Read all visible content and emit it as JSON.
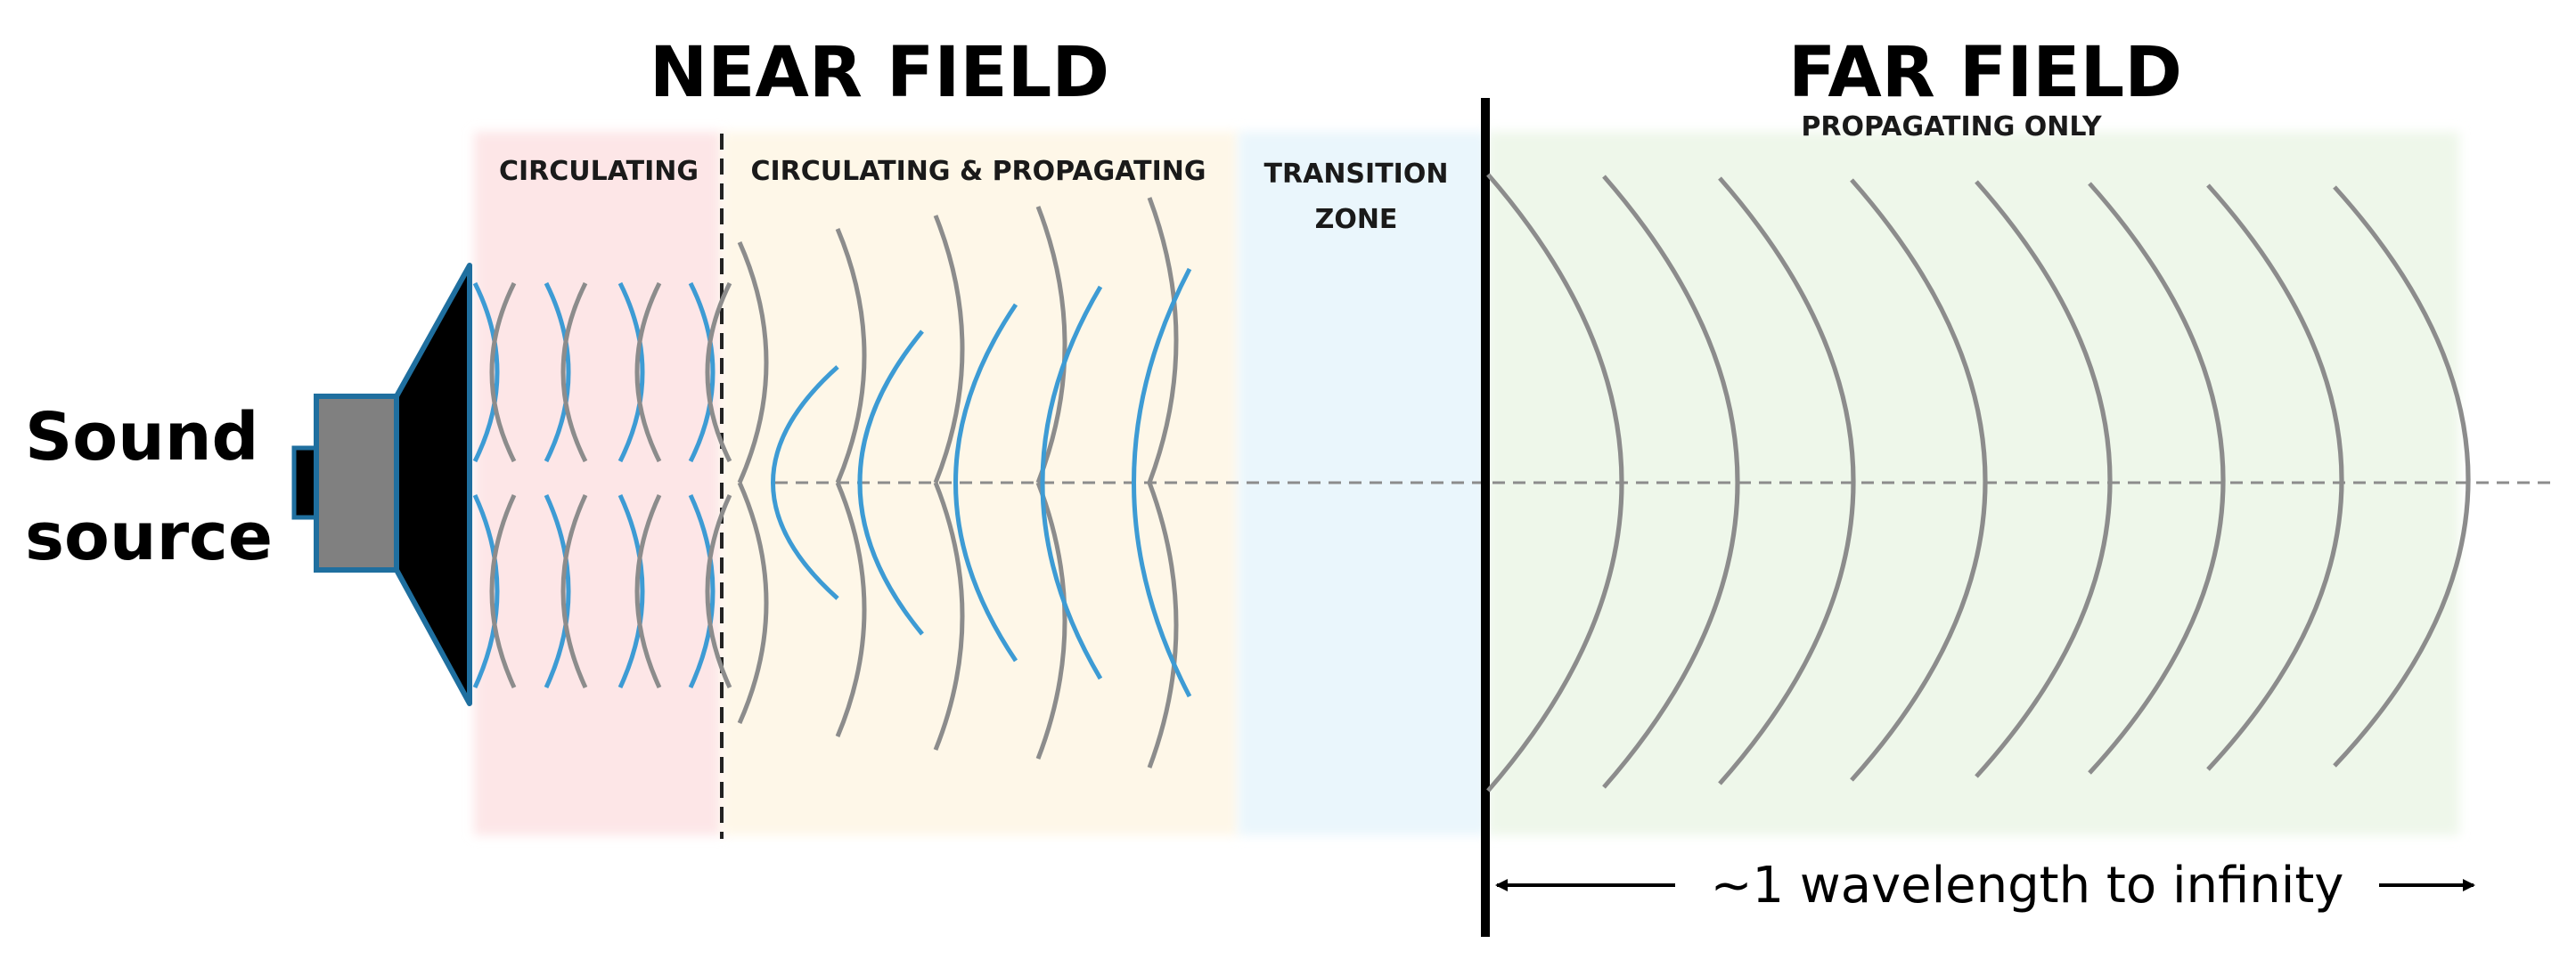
{
  "headings": {
    "near_field": "NEAR FIELD",
    "far_field": "FAR FIELD"
  },
  "zones": {
    "circulating": "CIRCULATING",
    "circulating_propagating": "CIRCULATING & PROPAGATING",
    "transition_line1": "TRANSITION",
    "transition_line2": "ZONE",
    "propagating_only": "PROPAGATING ONLY"
  },
  "source": {
    "line1": "Sound",
    "line2": "source"
  },
  "range_label": "~1 wavelength to infinity",
  "colors": {
    "circulating_bg": "#fde6e7",
    "circ_prop_bg": "#fef7e8",
    "transition_bg": "#eaf6fc",
    "far_bg": "#eef7ea",
    "wave_gray": "#8c8c8c",
    "wave_blue": "#3d9bd4",
    "speaker_body": "#808080",
    "speaker_outline": "#1f6f9f",
    "speaker_cone": "#000000"
  },
  "icons": {
    "speaker": "speaker-icon",
    "arrow_left": "arrow-left-icon",
    "arrow_right": "arrow-right-icon"
  }
}
